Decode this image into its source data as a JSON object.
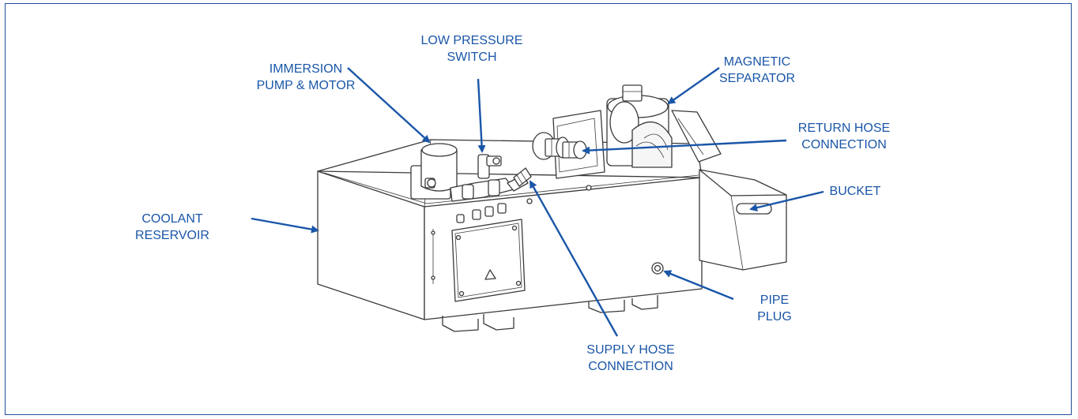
{
  "labels": {
    "low_pressure_switch": [
      "LOW PRESSURE",
      "SWITCH"
    ],
    "immersion_pump": [
      "IMMERSION",
      "PUMP & MOTOR"
    ],
    "magnetic_separator": [
      "MAGNETIC",
      "SEPARATOR"
    ],
    "return_hose": [
      "RETURN HOSE",
      "CONNECTION"
    ],
    "bucket": [
      "BUCKET"
    ],
    "coolant_reservoir": [
      "COOLANT",
      "RESERVOIR"
    ],
    "pipe_plug": [
      "PIPE",
      "PLUG"
    ],
    "supply_hose": [
      "SUPPLY HOSE",
      "CONNECTION"
    ]
  },
  "colors": {
    "callout": "#1a56a8",
    "line_art": "#3a3a3a",
    "frame": "#1f4e9a"
  }
}
